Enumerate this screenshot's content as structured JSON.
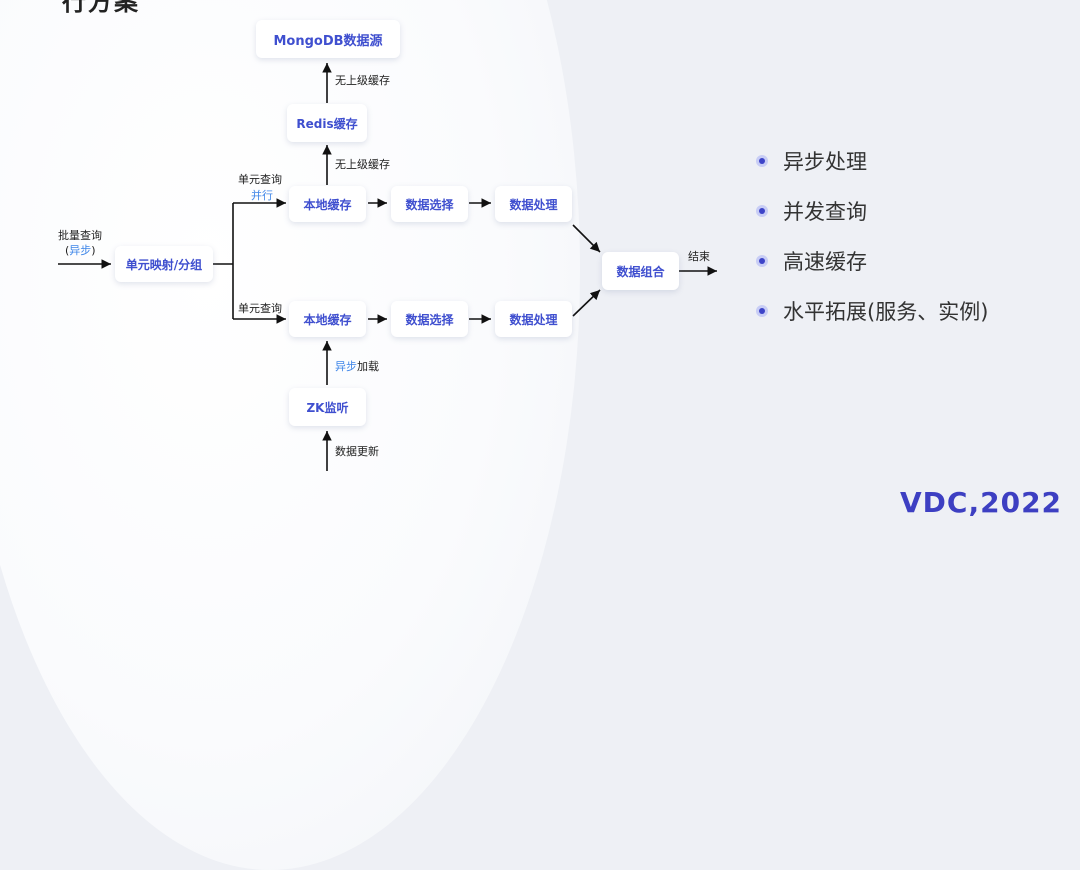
{
  "title_fragment": "行方案",
  "nodes": {
    "mongo": "MongoDB数据源",
    "redis": "Redis缓存",
    "local1": "本地缓存",
    "select1": "数据选择",
    "process1": "数据处理",
    "mapping": "单元映射/分组",
    "combine": "数据组合",
    "local2": "本地缓存",
    "select2": "数据选择",
    "process2": "数据处理",
    "zk": "ZK监听"
  },
  "labels": {
    "no_upper_1": "无上级缓存",
    "no_upper_2": "无上级缓存",
    "unit_query_1": "单元查询",
    "parallel": "并行",
    "batch_query": "批量查询",
    "async_open": "(",
    "async_word": "异步",
    "async_close": ")",
    "unit_query_2": "单元查询",
    "end": "结束",
    "async_load_a": "异步",
    "async_load_b": "加载",
    "data_update": "数据更新"
  },
  "features": [
    "异步处理",
    "并发查询",
    "高速缓存",
    "水平拓展(服务、实例)"
  ],
  "logo": "VDC,2022"
}
